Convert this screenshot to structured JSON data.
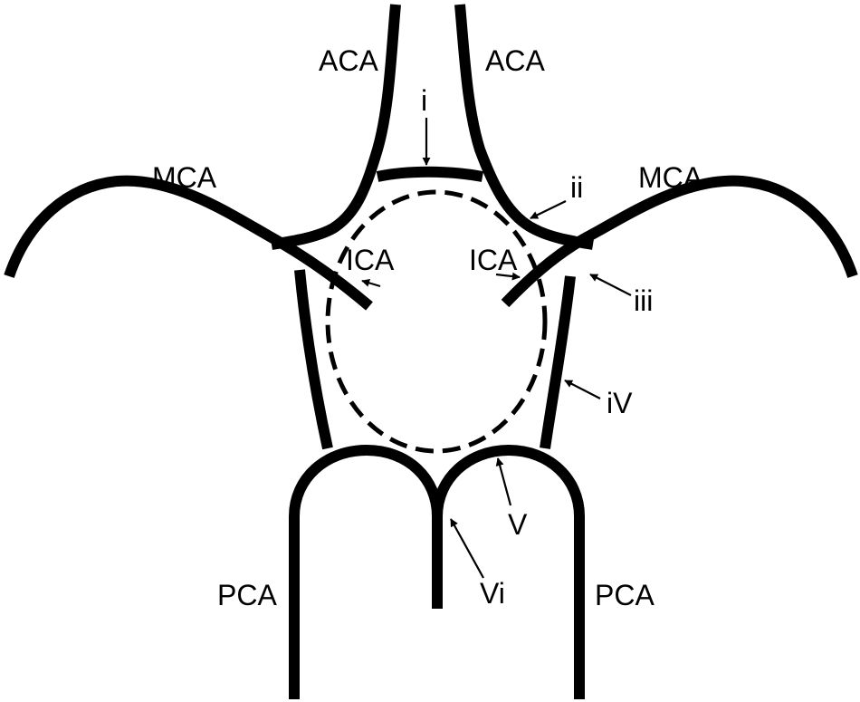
{
  "labels": {
    "aca_left": "ACA",
    "aca_right": "ACA",
    "mca_left": "MCA",
    "mca_right": "MCA",
    "ica_left": "ICA",
    "ica_right": "ICA",
    "pca_left": "PCA",
    "pca_right": "PCA",
    "i": "i",
    "ii": "ii",
    "iii": "iii",
    "iv": "iV",
    "v": "V",
    "vi": "Vi"
  },
  "colors": {
    "stroke": "#000000",
    "background": "#ffffff"
  }
}
